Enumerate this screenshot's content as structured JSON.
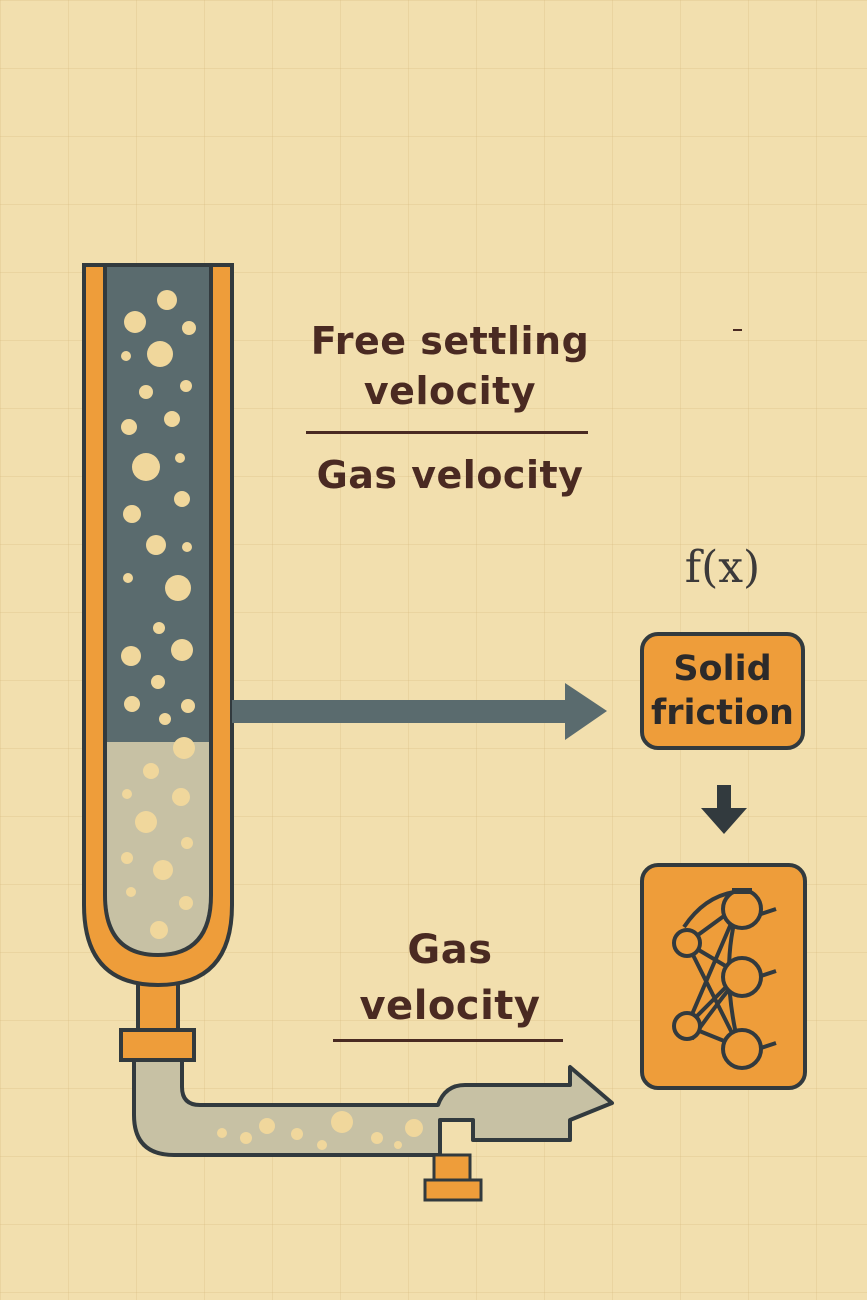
{
  "ratio": {
    "numerator": "Free settling velocity",
    "denominator": "Gas velocity"
  },
  "outlet": {
    "label": "Gas velocity"
  },
  "function_label": "f(x)",
  "solid_box": {
    "label": "Solid friction"
  },
  "colors": {
    "background": "#f2dfae",
    "tube_orange": "#ee9d3a",
    "tube_outline": "#323a3e",
    "gas_column": "#5a6b6e",
    "settled_bed": "#c7c1a4",
    "particle": "#f0d79c",
    "text": "#4a2a22"
  },
  "icons": [
    "right-arrow-icon",
    "down-arrow-icon",
    "neural-network-icon"
  ]
}
